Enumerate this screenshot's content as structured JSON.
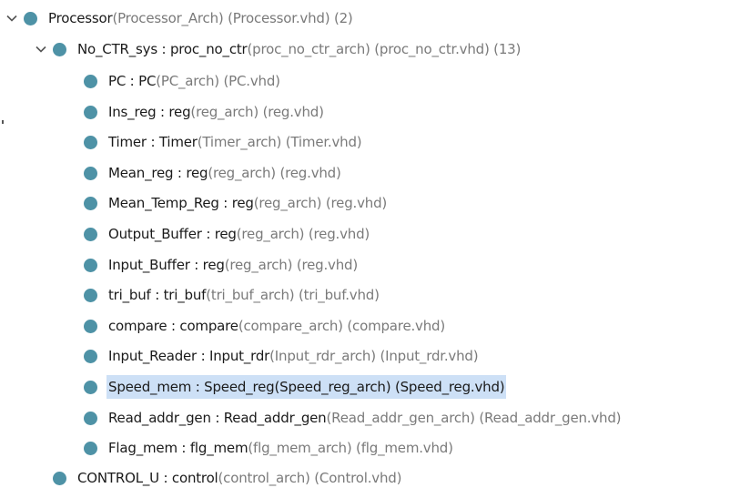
{
  "tree": {
    "root": {
      "entity": "Processor",
      "arch": "(Processor_Arch) (Processor.vhd) (2)"
    },
    "child": {
      "entity": "No_CTR_sys : proc_no_ctr",
      "arch": "(proc_no_ctr_arch) (proc_no_ctr.vhd) (13)"
    },
    "leaves": [
      {
        "entity": "PC : PC",
        "arch": "(PC_arch) (PC.vhd)"
      },
      {
        "entity": "Ins_reg : reg",
        "arch": "(reg_arch) (reg.vhd)"
      },
      {
        "entity": "Timer : Timer",
        "arch": "(Timer_arch) (Timer.vhd)"
      },
      {
        "entity": "Mean_reg : reg",
        "arch": "(reg_arch) (reg.vhd)"
      },
      {
        "entity": "Mean_Temp_Reg : reg",
        "arch": "(reg_arch) (reg.vhd)"
      },
      {
        "entity": "Output_Buffer : reg",
        "arch": "(reg_arch) (reg.vhd)"
      },
      {
        "entity": "Input_Buffer : reg",
        "arch": "(reg_arch) (reg.vhd)"
      },
      {
        "entity": "tri_buf : tri_buf",
        "arch": "(tri_buf_arch) (tri_buf.vhd)"
      },
      {
        "entity": "compare : compare",
        "arch": "(compare_arch) (compare.vhd)"
      },
      {
        "entity": "Input_Reader : Input_rdr",
        "arch": "(Input_rdr_arch) (Input_rdr.vhd)"
      },
      {
        "entity": "Speed_mem : Speed_reg",
        "arch": "(Speed_reg_arch) (Speed_reg.vhd)"
      },
      {
        "entity": "Read_addr_gen : Read_addr_gen",
        "arch": "(Read_addr_gen_arch) (Read_addr_gen.vhd)"
      },
      {
        "entity": "Flag_mem : flg_mem",
        "arch": "(flg_mem_arch) (flg_mem.vhd)"
      }
    ],
    "sibling": {
      "entity": "CONTROL_U : control",
      "arch": "(control_arch) (Control.vhd)"
    },
    "selected_leaf_index": 10
  },
  "colors": {
    "node_dot": "#4e92a6",
    "selection_bg": "#cde0f6",
    "secondary_text": "#7a7a7a"
  },
  "icons": {
    "expand": "chevron-down-icon",
    "node": "module-dot-icon"
  }
}
